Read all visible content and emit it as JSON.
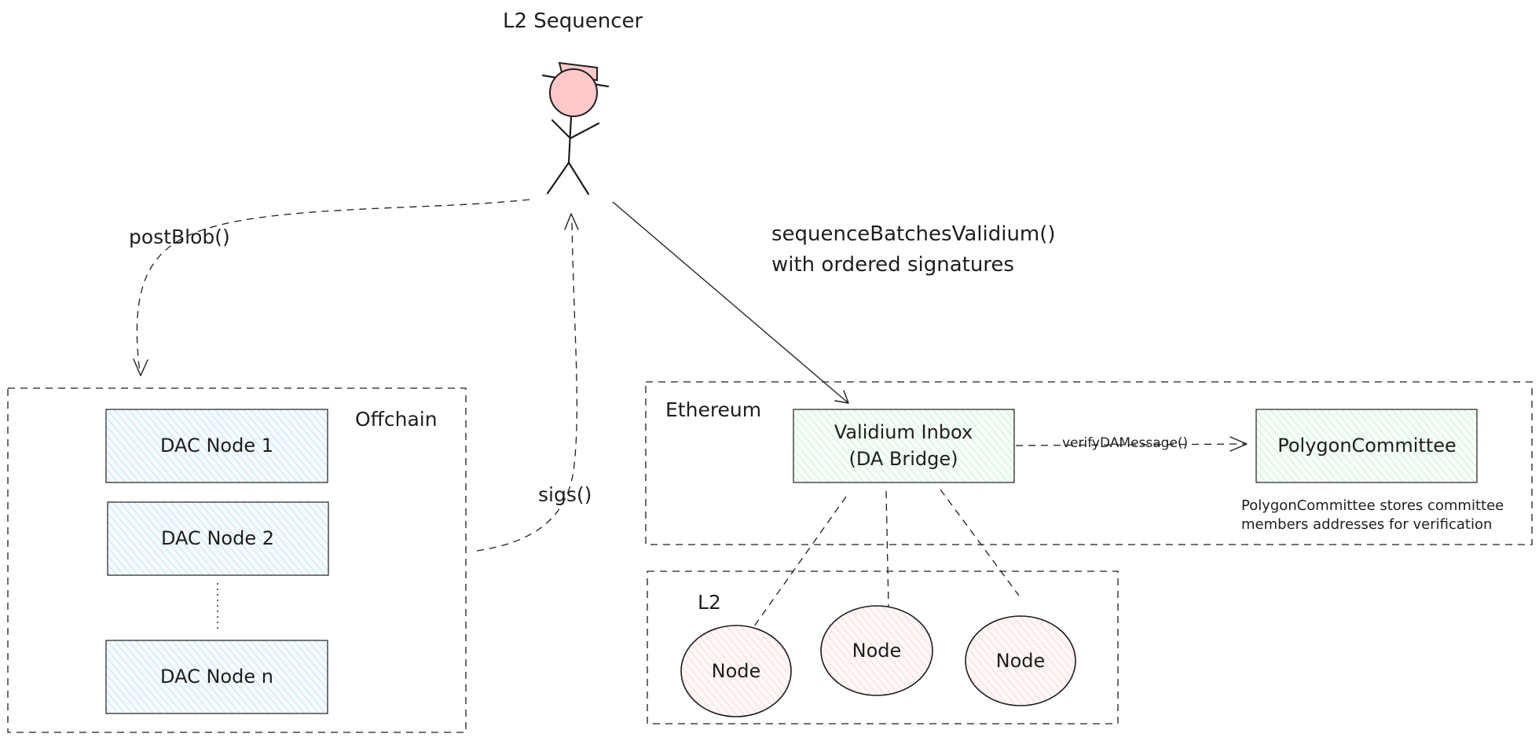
{
  "sequencer": {
    "title": "L2 Sequencer"
  },
  "calls": {
    "post_blob": "postBlob()",
    "sigs": "sigs()",
    "sequence_line1": "sequenceBatchesValidium()",
    "sequence_line2": "with ordered signatures",
    "verify": "verifyDAMessage()"
  },
  "offchain": {
    "label": "Offchain",
    "nodes": [
      "DAC Node 1",
      "DAC Node 2",
      "DAC Node n"
    ]
  },
  "ethereum": {
    "label": "Ethereum",
    "inbox_line1": "Validium Inbox",
    "inbox_line2": "(DA Bridge)",
    "committee": "PolygonCommittee",
    "committee_note_line1": "PolygonCommittee stores committee",
    "committee_note_line2": "members addresses for verification"
  },
  "l2": {
    "label": "L2",
    "nodes": [
      "Node",
      "Node",
      "Node"
    ]
  },
  "colors": {
    "hat_fill": "#ffc9c9",
    "head_fill": "#ffc9c9",
    "dac_hatch": "#a5d8ff",
    "green_hatch": "#b2f2bb",
    "pink_hatch": "#ffc9c9",
    "stroke": "#1e1e1e"
  }
}
